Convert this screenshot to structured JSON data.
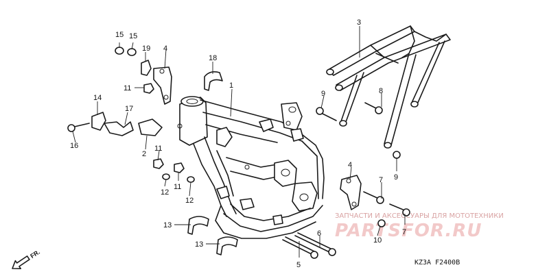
{
  "callouts": [
    {
      "id": "c1",
      "label": "1"
    },
    {
      "id": "c2",
      "label": "2"
    },
    {
      "id": "c3",
      "label": "3"
    },
    {
      "id": "c4a",
      "label": "4"
    },
    {
      "id": "c4b",
      "label": "4"
    },
    {
      "id": "c5",
      "label": "5"
    },
    {
      "id": "c6",
      "label": "6"
    },
    {
      "id": "c7a",
      "label": "7"
    },
    {
      "id": "c7b",
      "label": "7"
    },
    {
      "id": "c8",
      "label": "8"
    },
    {
      "id": "c9a",
      "label": "9"
    },
    {
      "id": "c9b",
      "label": "9"
    },
    {
      "id": "c10",
      "label": "10"
    },
    {
      "id": "c11a",
      "label": "11"
    },
    {
      "id": "c11b",
      "label": "11"
    },
    {
      "id": "c11c",
      "label": "11"
    },
    {
      "id": "c12a",
      "label": "12"
    },
    {
      "id": "c12b",
      "label": "12"
    },
    {
      "id": "c13a",
      "label": "13"
    },
    {
      "id": "c13b",
      "label": "13"
    },
    {
      "id": "c14",
      "label": "14"
    },
    {
      "id": "c15a",
      "label": "15"
    },
    {
      "id": "c15b",
      "label": "15"
    },
    {
      "id": "c16",
      "label": "16"
    },
    {
      "id": "c17",
      "label": "17"
    },
    {
      "id": "c18",
      "label": "18"
    },
    {
      "id": "c19",
      "label": "19"
    }
  ],
  "direction_label": "FR.",
  "diagram_code": "KZ3A F2400B",
  "watermark": {
    "tagline": "ЗАПЧАСТИ И АКСЕССУАРЫ ДЛЯ МОТОТЕХНИКИ",
    "logo": "PARTSFOR.RU"
  },
  "colors": {
    "line": "#1a1a1a",
    "watermark_text": "#d9a3a3",
    "watermark_logo": "#f2c9c9"
  }
}
